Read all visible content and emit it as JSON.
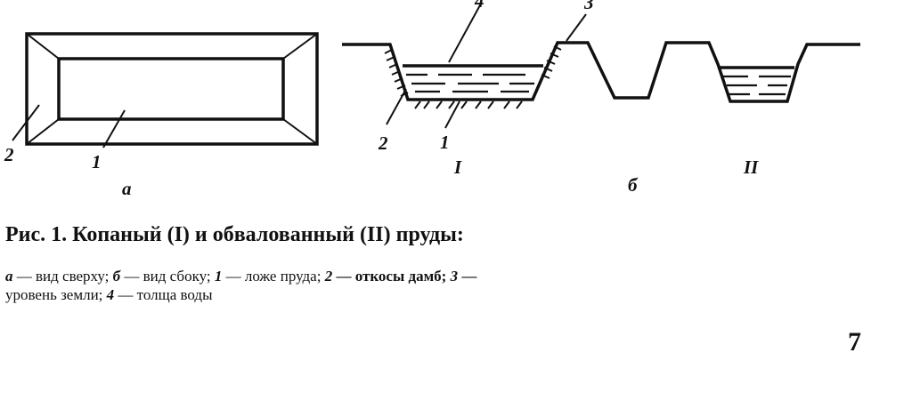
{
  "figure": {
    "top_view": {
      "label_pond_bed": "1",
      "label_dam_slopes": "2",
      "sublabel": "а"
    },
    "side_view": {
      "label_pond_bed": "1",
      "label_dam_slopes": "2",
      "label_ground_level": "3",
      "label_water_column": "4",
      "label_dug_pond": "I",
      "label_embanked_pond": "II",
      "sublabel": "б"
    }
  },
  "caption": {
    "prefix": "Рис. 1.",
    "title": "Копаный (I) и обвалованный (II) пруды:",
    "items": [
      {
        "key": "а",
        "text": "— вид сверху;"
      },
      {
        "key": "б",
        "text": "— вид сбоку;"
      },
      {
        "key": "1",
        "text": "— ложе пруда;"
      },
      {
        "key": "2",
        "text": "— откосы дамб;"
      },
      {
        "key": "3",
        "text": "—"
      },
      {
        "key": "",
        "text": "уровень земли;"
      },
      {
        "key": "4",
        "text": "— толща воды"
      }
    ]
  },
  "page_number": "7"
}
